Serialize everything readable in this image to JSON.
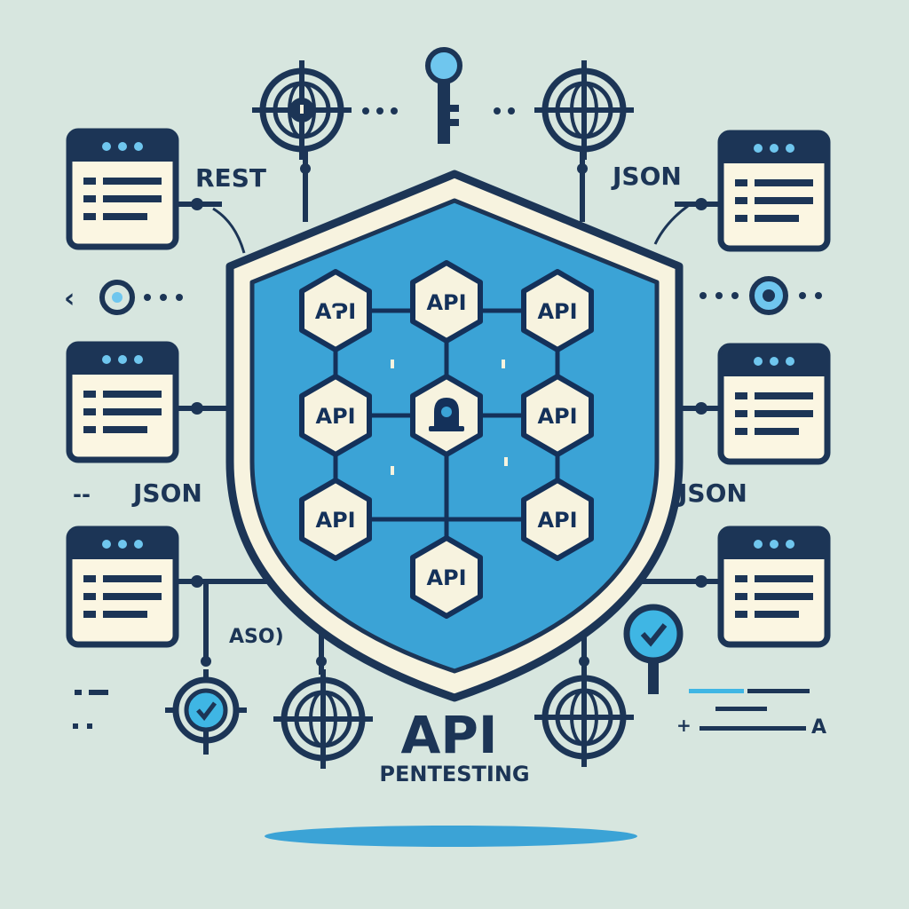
{
  "title": {
    "main": "API",
    "sub": "PENTESTING"
  },
  "labels": {
    "rest": "REST",
    "json_top_right": "JSON",
    "json_mid_left": "JSON",
    "json_mid_right": "JSON",
    "aso": "ASO)",
    "stray_a": "A",
    "left_arrow": "‹",
    "left_dashes_prefix": "--",
    "plus": "+"
  },
  "nodes": {
    "n1": "AɁI",
    "n2": "API",
    "n3": "API",
    "n4": "API",
    "n6": "API",
    "n7": "API",
    "n8": "API",
    "n9": "API"
  },
  "colors": {
    "background": "#d7e6df",
    "navy": "#1c3556",
    "shield_blue": "#3ba3d6",
    "cream": "#f7f3df",
    "accent_blue": "#3fb6e4"
  },
  "icons": [
    "browser-window-icon",
    "globe-crosshair-icon",
    "key-icon",
    "target-icon",
    "checkmark-badge-icon",
    "lock-icon",
    "magnifier-check-icon"
  ]
}
